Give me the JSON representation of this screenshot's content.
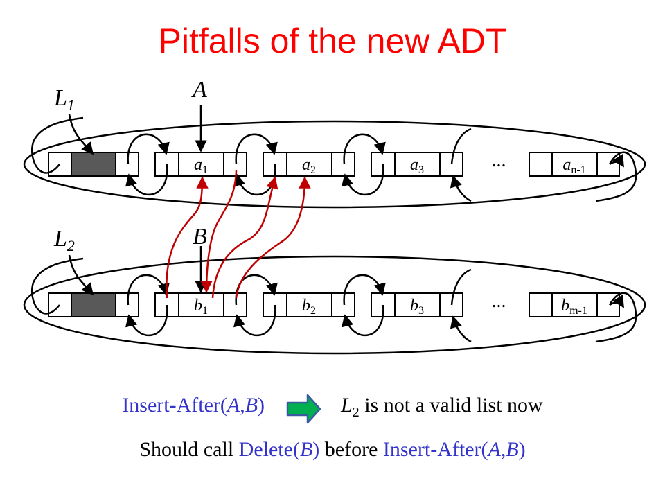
{
  "title": "Pitfalls of the new ADT",
  "list1": {
    "name": "L",
    "sub": "1",
    "pointer": "A",
    "nodes": [
      {
        "v": "a",
        "s": "1"
      },
      {
        "v": "a",
        "s": "2"
      },
      {
        "v": "a",
        "s": "3"
      },
      {
        "v": "a",
        "s": "n-1"
      }
    ]
  },
  "list2": {
    "name": "L",
    "sub": "2",
    "pointer": "B",
    "nodes": [
      {
        "v": "b",
        "s": "1"
      },
      {
        "v": "b",
        "s": "2"
      },
      {
        "v": "b",
        "s": "3"
      },
      {
        "v": "b",
        "s": "m-1"
      }
    ]
  },
  "ellipsis": "...",
  "line1": {
    "op": "Insert-After(",
    "arg1": "A",
    "comma": ",",
    "arg2": "B",
    "close": ")",
    "result_name": "L",
    "result_sub": "2",
    "result_text": " is not a valid list now"
  },
  "line2": {
    "prefix": "Should call ",
    "op1": "Delete(",
    "op1_arg": "B",
    "op1_close": ")",
    "middle": " before ",
    "op2": "Insert-After(",
    "op2_arg1": "A",
    "op2_comma": ",",
    "op2_arg2": "B",
    "op2_close": ")"
  },
  "colors": {
    "title": "#ff0000",
    "sentinel": "#595959",
    "red_link": "#c00000",
    "op_text": "#3333cc",
    "arrow_fill": "#00b050",
    "arrow_stroke": "#3a5aa0"
  }
}
